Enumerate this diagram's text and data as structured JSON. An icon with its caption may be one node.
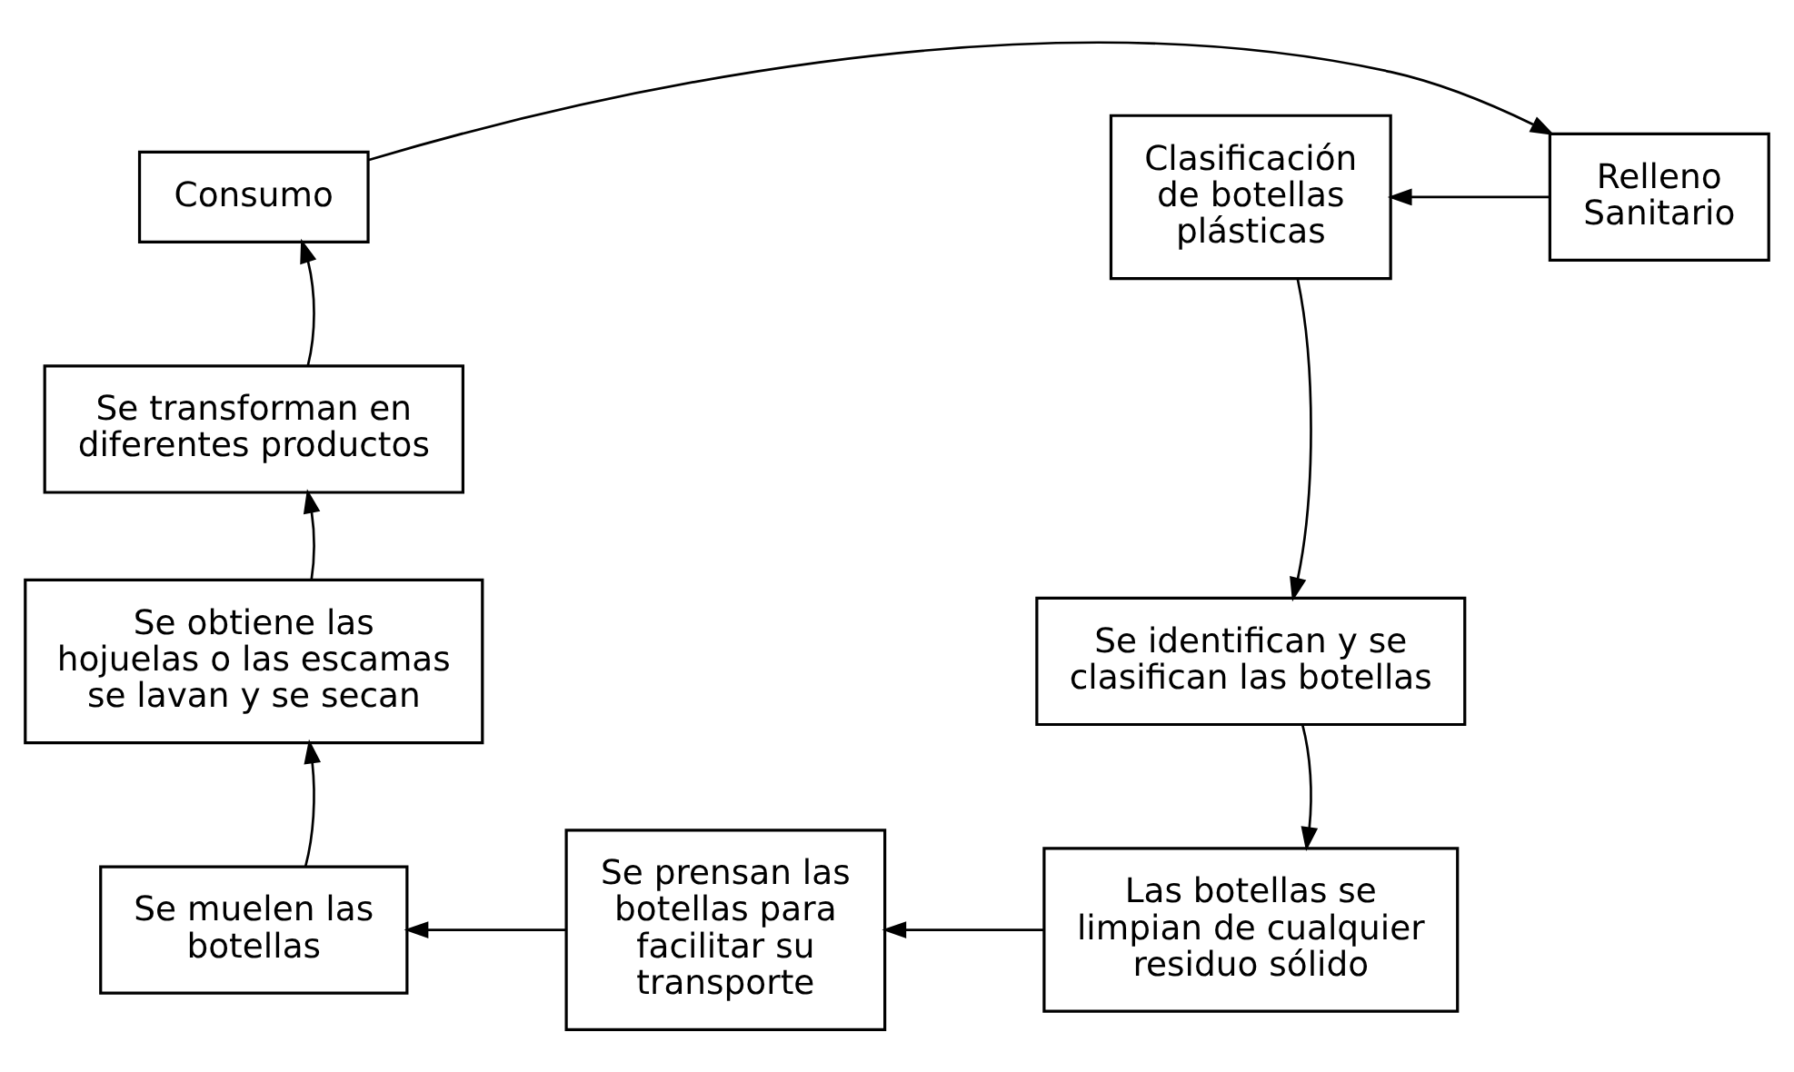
{
  "diagram": {
    "nodes": [
      {
        "text": [
          "Consumo"
        ]
      },
      {
        "text": [
          "Relleno Sanitario"
        ]
      },
      {
        "text": [
          "Clasificación de botellas plásticas"
        ]
      },
      {
        "text": [
          "Se transforman en diferentes productos"
        ]
      },
      {
        "text": [
          "Se identifican y se clasifican las botellas"
        ]
      },
      {
        "text": [
          "Se obtiene las hojuelas o las escamas se lavan y se secan"
        ]
      },
      {
        "text": [
          "Se muelen las botellas"
        ]
      },
      {
        "text": [
          "Se prensan las botellas para facilitar su transporte"
        ]
      },
      {
        "text": [
          "Las botellas se limpian de cualquier residuo sólido"
        ]
      }
    ],
    "edges": [
      {
        "from": 0,
        "to": 1,
        "arrow": "to"
      },
      {
        "from": 1,
        "to": 2,
        "arrow": "to"
      },
      {
        "from": 2,
        "to": 4,
        "arrow": "to"
      },
      {
        "from": 4,
        "to": 8,
        "arrow": "to"
      },
      {
        "from": 8,
        "to": 7,
        "arrow": "to"
      },
      {
        "from": 7,
        "to": 6,
        "arrow": "to"
      },
      {
        "from": 6,
        "to": 5,
        "arrow": "to"
      },
      {
        "from": 5,
        "to": 3,
        "arrow": "to"
      },
      {
        "from": 3,
        "to": 0,
        "arrow": "to"
      }
    ]
  }
}
